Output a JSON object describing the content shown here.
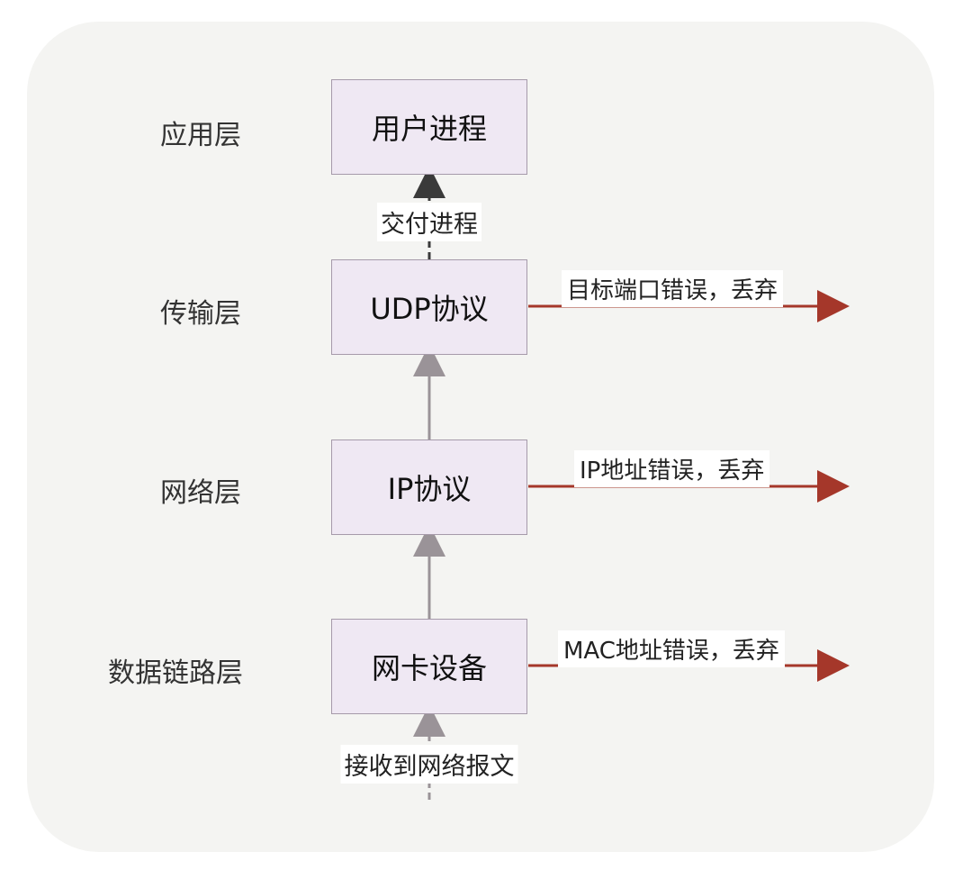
{
  "layers": {
    "application": "应用层",
    "transport": "传输层",
    "network": "网络层",
    "datalink": "数据链路层"
  },
  "boxes": {
    "user_process": "用户进程",
    "udp": "UDP协议",
    "ip": "IP协议",
    "nic": "网卡设备"
  },
  "vertical_labels": {
    "deliver": "交付进程",
    "receive": "接收到网络报文"
  },
  "drop_labels": {
    "port_error": "目标端口错误，丢弃",
    "ip_error": "IP地址错误，丢弃",
    "mac_error": "MAC地址错误，丢弃"
  },
  "colors": {
    "up_arrow": "#9a9398",
    "drop_arrow": "#a5372a",
    "box_fill": "#efe8f3"
  }
}
